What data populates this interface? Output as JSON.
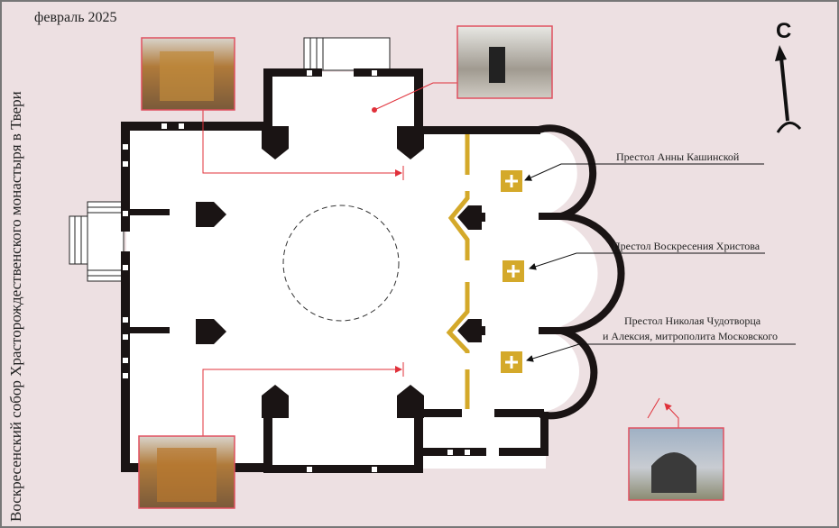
{
  "date_label": "февраль 2025",
  "vertical_title": "Воскресенский собор Храсторождественского монастыря в Твери",
  "north_label": "С",
  "altars": [
    {
      "label": "Престол Анны Кашинской"
    },
    {
      "label": "Престол Воскресения Христова"
    },
    {
      "label_line1": "Престол Николая Чудотворца",
      "label_line2": "и Алексия, митрополита Московского"
    }
  ],
  "photos": [
    "iconostasis-north-photo",
    "north-chapel-photo",
    "iconostasis-south-photo",
    "exterior-photo"
  ],
  "colors": {
    "background": "#ede0e2",
    "wall": "#1a1414",
    "gold": "#d4a92a",
    "pointer": "#e0303a"
  }
}
